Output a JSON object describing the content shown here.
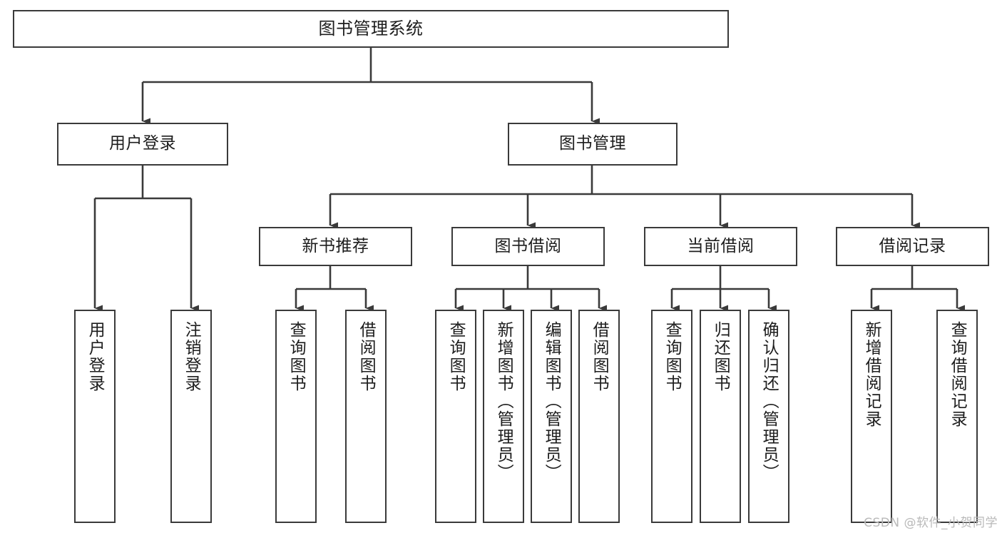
{
  "diagram": {
    "title": "图书管理系统",
    "type": "tree-hierarchy-chart",
    "colors": {
      "node_border": "#3a3a3a",
      "node_fill": "#ffffff",
      "edge": "#3a3a3a",
      "text": "#1d1d1d",
      "watermark": "#b9b9b9",
      "background": "#ffffff"
    },
    "root": {
      "id": "root",
      "label": "图书管理系统"
    },
    "level1": [
      {
        "id": "l1-0",
        "label": "用户登录"
      },
      {
        "id": "l1-1",
        "label": "图书管理"
      }
    ],
    "level2": [
      {
        "id": "l2-0",
        "label": "新书推荐"
      },
      {
        "id": "l2-1",
        "label": "图书借阅"
      },
      {
        "id": "l2-2",
        "label": "当前借阅"
      },
      {
        "id": "l2-3",
        "label": "借阅记录"
      }
    ],
    "leaves": [
      {
        "id": "leaf-0",
        "label": "用户登录"
      },
      {
        "id": "leaf-1",
        "label": "注销登录"
      },
      {
        "id": "leaf-2",
        "label": "查询图书"
      },
      {
        "id": "leaf-3",
        "label": "借阅图书"
      },
      {
        "id": "leaf-4",
        "label": "查询图书"
      },
      {
        "id": "leaf-5",
        "label": "新增图书（管理员）"
      },
      {
        "id": "leaf-6",
        "label": "编辑图书（管理员）"
      },
      {
        "id": "leaf-7",
        "label": "借阅图书"
      },
      {
        "id": "leaf-8",
        "label": "查询图书"
      },
      {
        "id": "leaf-9",
        "label": "归还图书"
      },
      {
        "id": "leaf-10",
        "label": "确认归还（管理员）"
      },
      {
        "id": "leaf-11",
        "label": "新增借阅记录"
      },
      {
        "id": "leaf-12",
        "label": "查询借阅记录"
      }
    ]
  },
  "watermark": {
    "text": "CSDN @软件_小贺同学"
  }
}
